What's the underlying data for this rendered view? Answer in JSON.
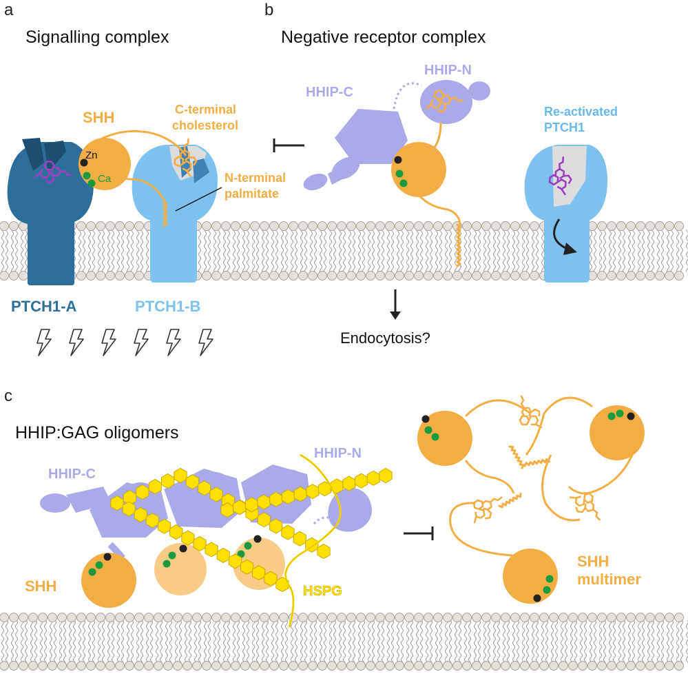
{
  "panels": {
    "a": {
      "letter": "a",
      "title": "Signalling complex",
      "shh": "SHH",
      "zn": "Zn",
      "ca": "Ca",
      "c_terminal_1": "C-terminal",
      "c_terminal_2": "cholesterol",
      "n_terminal_1": "N-terminal",
      "n_terminal_2": "palmitate",
      "ptch1_a": "PTCH1-A",
      "ptch1_b": "PTCH1-B"
    },
    "b": {
      "letter": "b",
      "title": "Negative receptor complex",
      "hhip_c": "HHIP-C",
      "hhip_n": "HHIP-N",
      "reactivated_1": "Re-activated",
      "reactivated_2": "PTCH1",
      "endocytosis": "Endocytosis?"
    },
    "c": {
      "letter": "c",
      "title": "HHIP:GAG oligomers",
      "hhip_c": "HHIP-C",
      "hhip_n": "HHIP-N",
      "shh": "SHH",
      "hspg": "HSPG",
      "shh_multimer_1": "SHH",
      "shh_multimer_2": "multimer"
    }
  },
  "colors": {
    "ptch1_a": "#2d6f9a",
    "ptch1_b": "#7cc1ef",
    "hhip": "#aaaaea",
    "shh": "#f3ad45",
    "shh_faded": "#f8cb87",
    "sterol": "#9b3fc2",
    "gag": "#ffe000",
    "zinc": "#222222",
    "calcium": "#1a9a3c",
    "membrane_head": "#e5e0da"
  },
  "icons": [
    "lightning-icon",
    "inhibition-arrow-icon",
    "down-arrow-icon",
    "curved-arrow-icon"
  ]
}
